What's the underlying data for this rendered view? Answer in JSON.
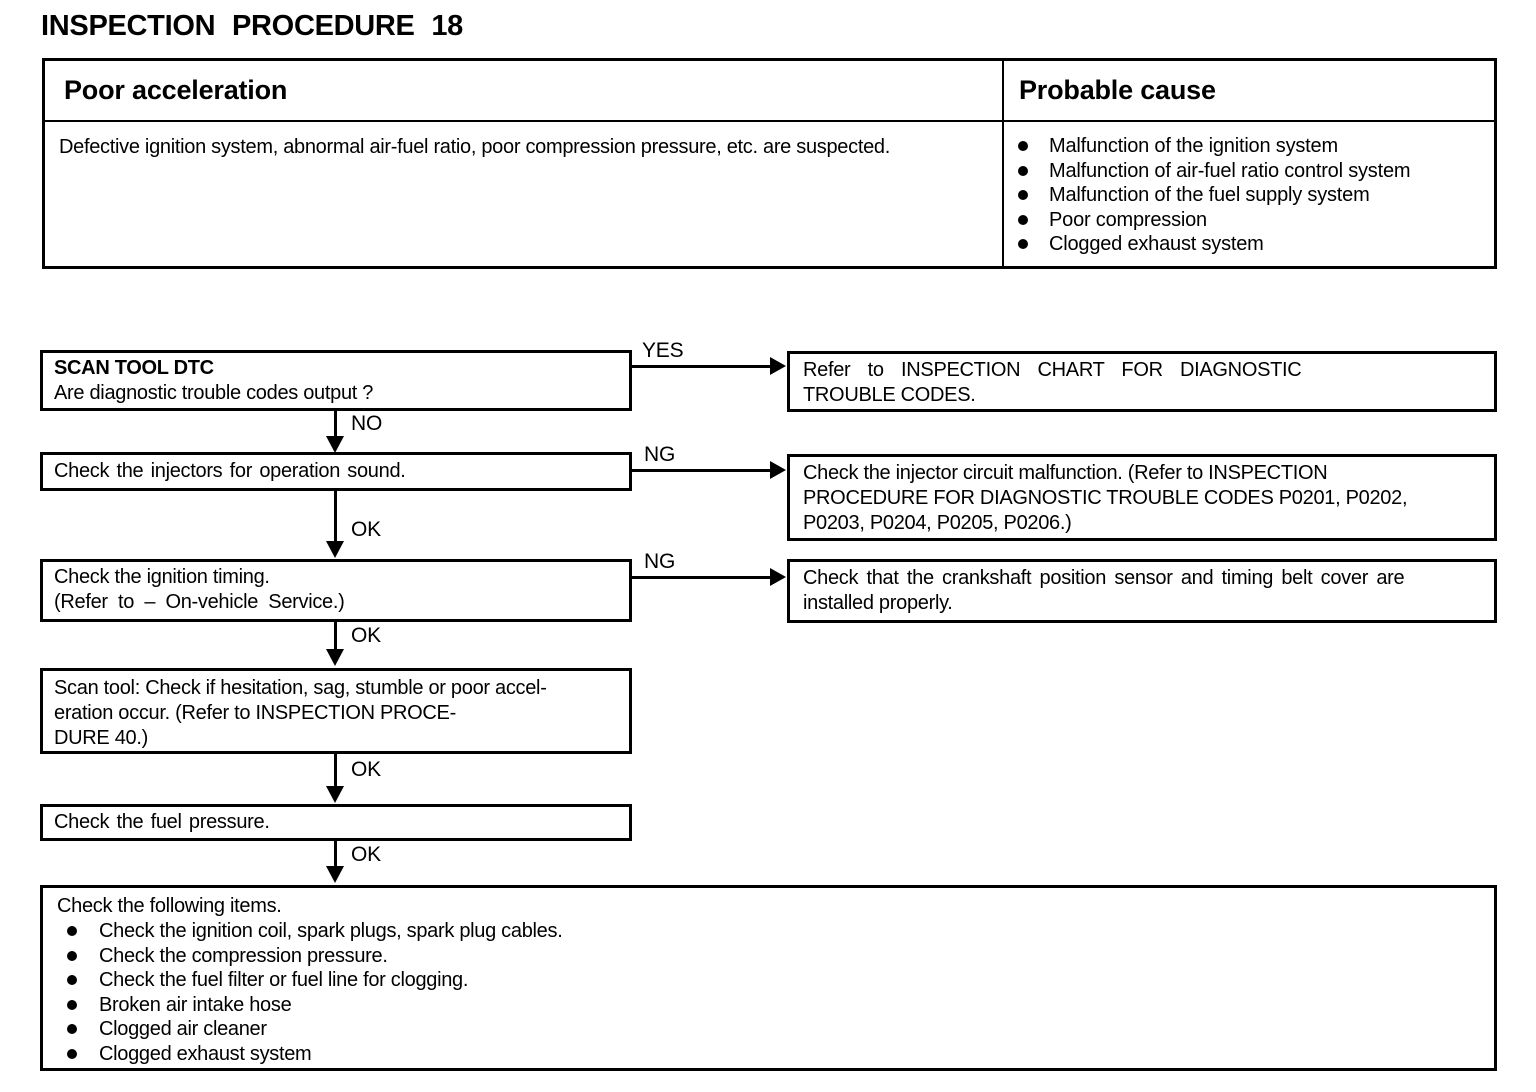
{
  "page": {
    "title": "INSPECTION PROCEDURE 18"
  },
  "symptom_table": {
    "symptom_header": "Poor acceleration",
    "cause_header": "Probable cause",
    "comment": "Defective ignition system, abnormal air-fuel ratio, poor compression pressure, etc. are suspected.",
    "probable_causes": [
      "Malfunction of the ignition system",
      "Malfunction of air-fuel ratio control system",
      "Malfunction of the fuel supply system",
      "Poor compression",
      "Clogged exhaust system"
    ]
  },
  "flowchart": {
    "step1": {
      "title": "SCAN TOOL DTC",
      "question": "Are diagnostic trouble codes output ?",
      "yes_label": "YES",
      "no_label": "NO"
    },
    "result1": {
      "lines": [
        "Refer to INSPECTION CHART FOR DIAGNOSTIC",
        "TROUBLE CODES."
      ]
    },
    "step2": {
      "text": "Check the injectors for operation sound.",
      "ng_label": "NG",
      "ok_label": "OK"
    },
    "result2": {
      "lines": [
        "Check the injector circuit malfunction. (Refer to INSPECTION",
        "PROCEDURE FOR DIAGNOSTIC TROUBLE CODES P0201, P0202,",
        "P0203, P0204, P0205, P0206.)"
      ]
    },
    "step3": {
      "lines": [
        "Check the ignition timing.",
        "(Refer to – On-vehicle Service.)"
      ],
      "ng_label": "NG",
      "ok_label": "OK"
    },
    "result3": {
      "lines": [
        "Check that the crankshaft position sensor and timing belt cover are",
        "installed properly."
      ]
    },
    "step4": {
      "lines": [
        "Scan tool: Check if hesitation, sag, stumble or poor accel-",
        "eration occur. (Refer to INSPECTION  PROCE-",
        "DURE 40.)"
      ],
      "ok_label": "OK"
    },
    "step5": {
      "text": "Check the fuel pressure.",
      "ok_label": "OK"
    },
    "final_step": {
      "intro": "Check the following items.",
      "items": [
        "Check the ignition coil, spark plugs, spark plug cables.",
        "Check the compression pressure.",
        "Check the fuel filter or fuel line for clogging.",
        "Broken air intake hose",
        "Clogged air cleaner",
        "Clogged exhaust system"
      ]
    }
  }
}
